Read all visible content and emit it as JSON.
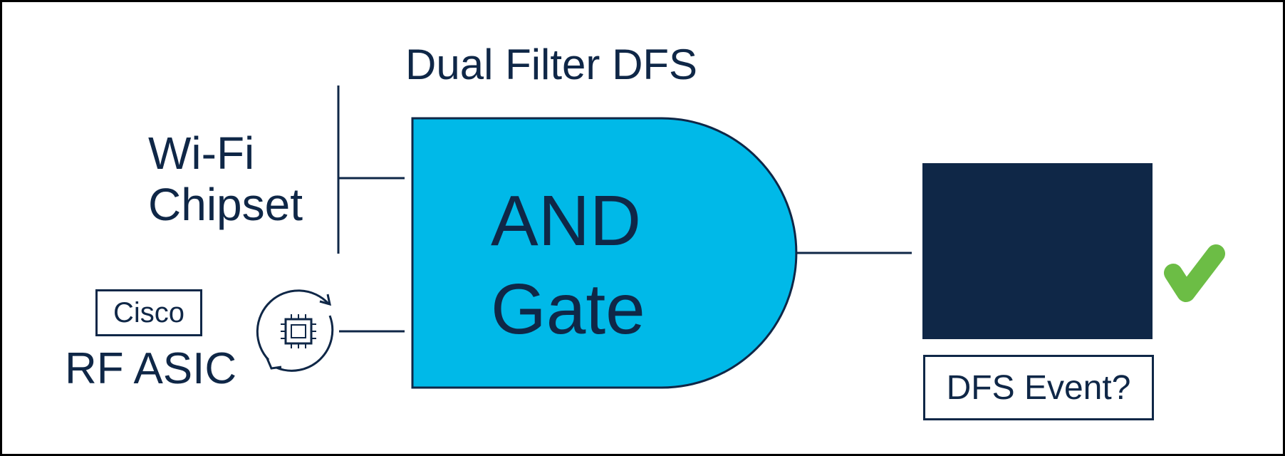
{
  "title": "Dual Filter DFS",
  "inputs": {
    "wifi_label": "Wi-Fi Chipset",
    "cisco_label": "Cisco",
    "asic_label": "RF ASIC"
  },
  "gate": {
    "line1": "AND",
    "line2": "Gate",
    "fill_color": "#00b9e8"
  },
  "output": {
    "event_label": "DFS Event?",
    "screen_color": "#0f2747",
    "check_color": "#6cbd45"
  },
  "icons": {
    "asic": "chip-refresh-icon",
    "result": "checkmark-icon"
  },
  "colors": {
    "ink": "#0f2747"
  }
}
